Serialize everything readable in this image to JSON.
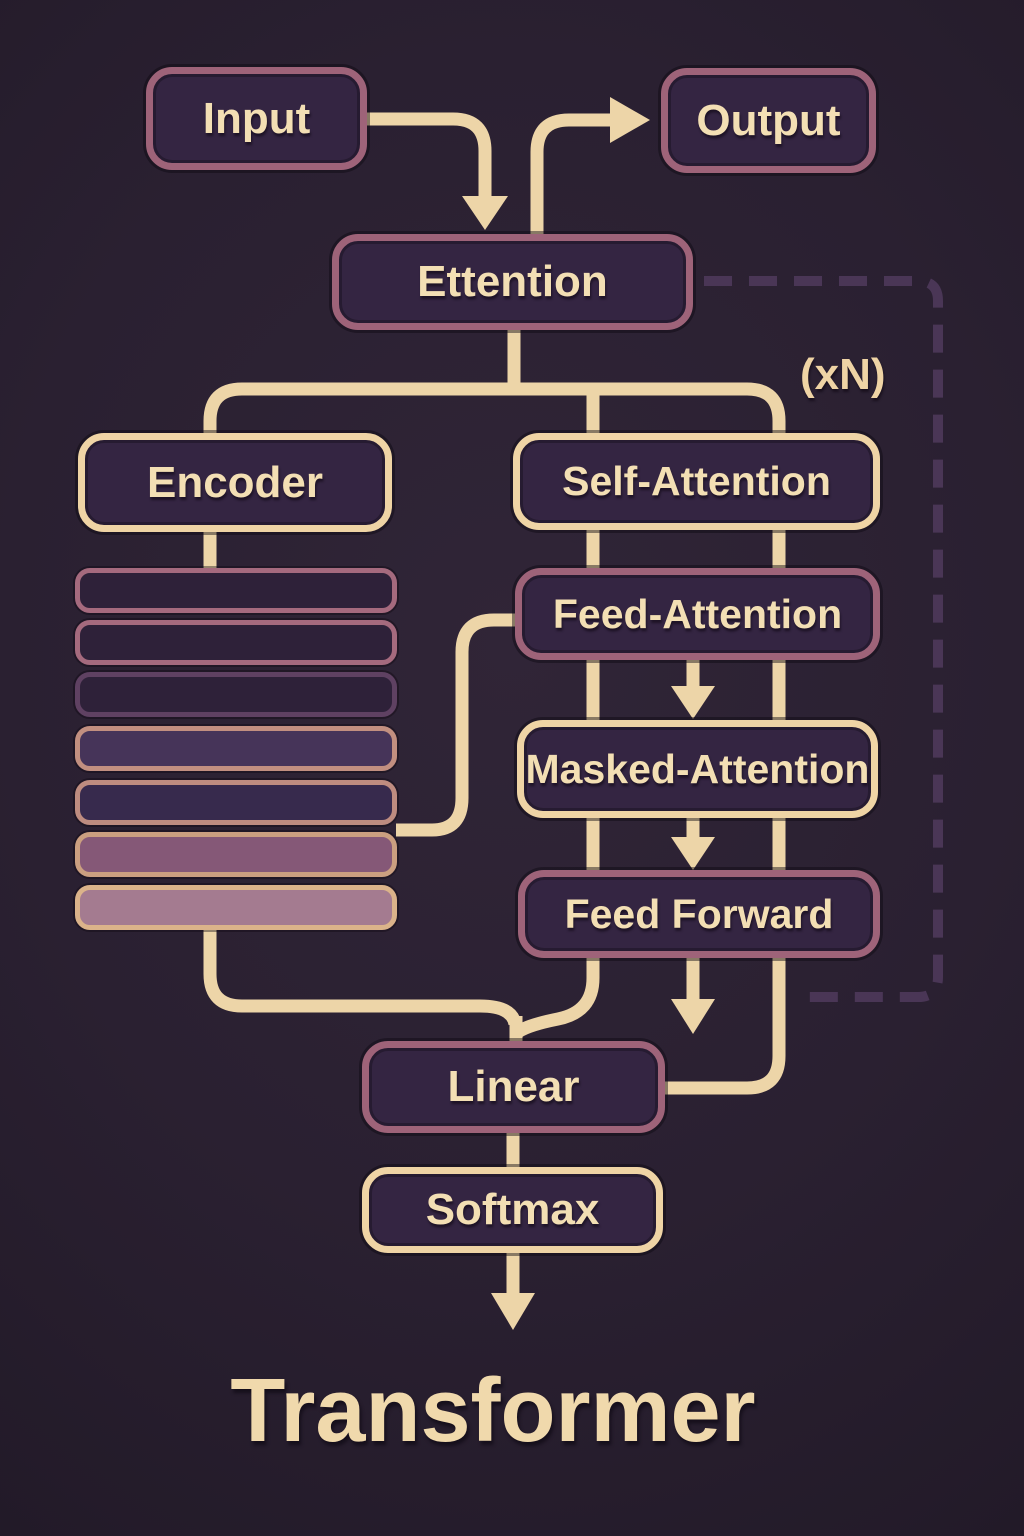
{
  "diagram_title": "Transformer",
  "repeat_label": "(xN)",
  "colors": {
    "bg": "#2A2031",
    "bg_center": "#302537",
    "bg_edge": "#221A28",
    "box_fill": "#342542",
    "pink": "#9E6379",
    "cream": "#EFD4A5",
    "line": "#EDD5A8",
    "dashed": "#4A3656",
    "text": "#F3DFB4",
    "title": "#F0D9AC"
  },
  "nodes": [
    {
      "id": "input",
      "label": "Input",
      "border": "pink"
    },
    {
      "id": "output",
      "label": "Output",
      "border": "pink"
    },
    {
      "id": "ettention",
      "label": "Ettention",
      "border": "pink"
    },
    {
      "id": "encoder",
      "label": "Encoder",
      "border": "cream"
    },
    {
      "id": "self_attention",
      "label": "Self-Attention",
      "border": "cream"
    },
    {
      "id": "feed_attention",
      "label": "Feed-Attention",
      "border": "pink"
    },
    {
      "id": "masked_attention",
      "label": "Masked-Attention",
      "border": "cream"
    },
    {
      "id": "feed_forward",
      "label": "Feed Forward",
      "border": "pink"
    },
    {
      "id": "linear",
      "label": "Linear",
      "border": "pink"
    },
    {
      "id": "softmax",
      "label": "Softmax",
      "border": "cream"
    }
  ],
  "encoder_stack": {
    "bars": [
      {
        "fill": "#2E2139",
        "border": "#A56A7E"
      },
      {
        "fill": "#2E2139",
        "border": "#A56A7E"
      },
      {
        "fill": "#2E2139",
        "border": "#5F4162"
      },
      {
        "fill": "#463459",
        "border": "#C28F80"
      },
      {
        "fill": "#372A4D",
        "border": "#BE8C80"
      },
      {
        "fill": "#855877",
        "border": "#CB9F80"
      },
      {
        "fill": "#A47B90",
        "border": "#DBB38A"
      }
    ]
  }
}
